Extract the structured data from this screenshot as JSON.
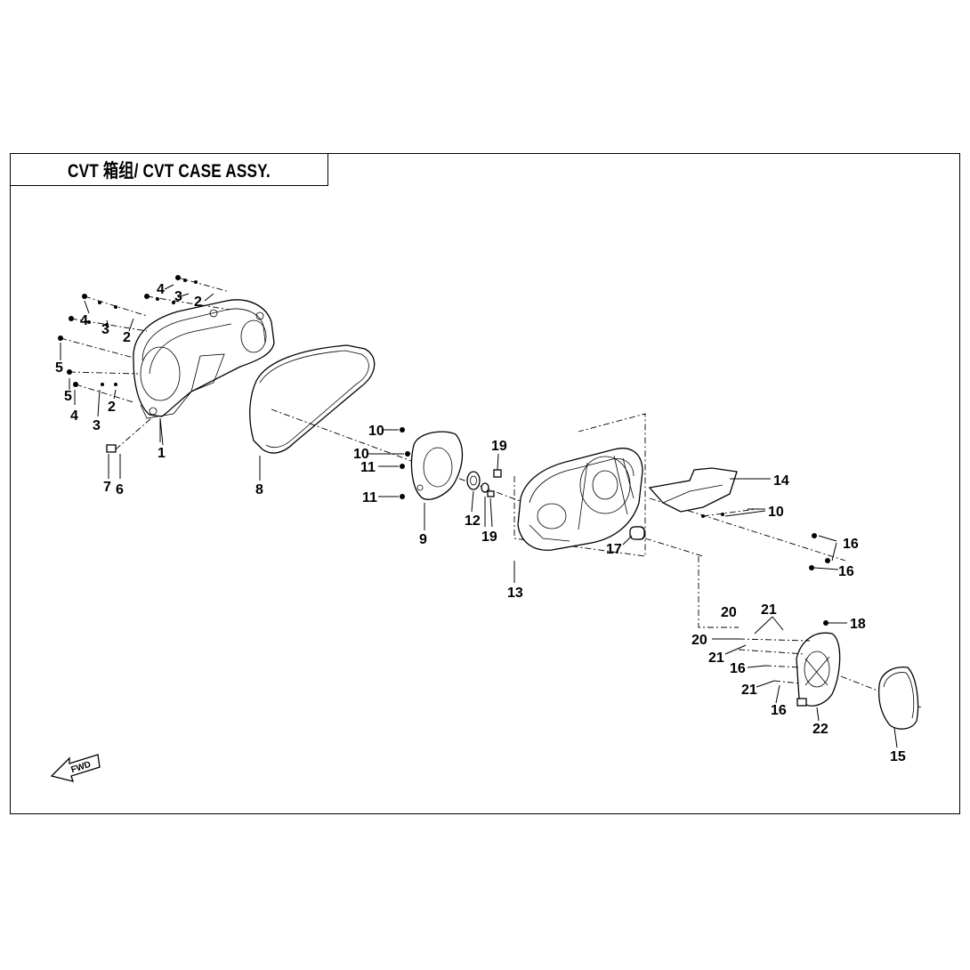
{
  "title": "CVT 箱组/ CVT CASE ASSY.",
  "fwd_label": "FWD",
  "callouts": {
    "c1": "1",
    "c2a": "2",
    "c2b": "2",
    "c2c": "2",
    "c3a": "3",
    "c3b": "3",
    "c3c": "3",
    "c4a": "4",
    "c4b": "4",
    "c4c": "4",
    "c5a": "5",
    "c5b": "5",
    "c6": "6",
    "c7": "7",
    "c8": "8",
    "c9": "9",
    "c10a": "10",
    "c10b": "10",
    "c10c": "10",
    "c11a": "11",
    "c11b": "11",
    "c12": "12",
    "c13": "13",
    "c14": "14",
    "c15": "15",
    "c16a": "16",
    "c16b": "16",
    "c16c": "16",
    "c16d": "16",
    "c17": "17",
    "c18": "18",
    "c19a": "19",
    "c19b": "19",
    "c20a": "20",
    "c20b": "20",
    "c21a": "21",
    "c21b": "21",
    "c21c": "21",
    "c22": "22"
  }
}
